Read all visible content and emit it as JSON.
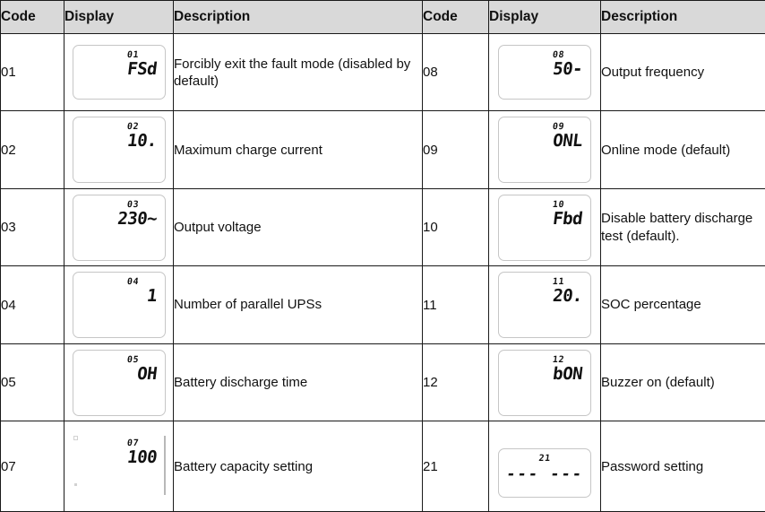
{
  "table": {
    "headers": [
      "Code",
      "Display",
      "Description",
      "Code",
      "Display",
      "Description"
    ],
    "header_bg": "#d9d9d9",
    "border_color": "#1a1a1a",
    "lcd_border_color": "#c6c6c6",
    "rows": [
      {
        "left": {
          "code": "01",
          "lcd_code": "01",
          "lcd_value": "FSd",
          "description": "Forcibly exit the fault mode (disabled by default)"
        },
        "right": {
          "code": "08",
          "lcd_code": "08",
          "lcd_value": "50-",
          "description": "Output frequency"
        }
      },
      {
        "left": {
          "code": "02",
          "lcd_code": "02",
          "lcd_value": "10.",
          "description": "Maximum charge current"
        },
        "right": {
          "code": "09",
          "lcd_code": "09",
          "lcd_value": "ONL",
          "description": "Online mode (default)"
        }
      },
      {
        "left": {
          "code": "03",
          "lcd_code": "03",
          "lcd_value": "230~",
          "description": "Output voltage"
        },
        "right": {
          "code": "10",
          "lcd_code": "10",
          "lcd_value": "Fbd",
          "description": "Disable battery discharge test (default)."
        }
      },
      {
        "left": {
          "code": "04",
          "lcd_code": "04",
          "lcd_value": "1",
          "description": "Number of parallel UPSs"
        },
        "right": {
          "code": "11",
          "lcd_code": "11",
          "lcd_value": "20.",
          "description": "SOC percentage"
        }
      },
      {
        "left": {
          "code": "05",
          "lcd_code": "05",
          "lcd_value": "OH",
          "description": "Battery discharge time"
        },
        "right": {
          "code": "12",
          "lcd_code": "12",
          "lcd_value": "bON",
          "description": "Buzzer on (default)"
        }
      },
      {
        "left": {
          "code": "07",
          "lcd_code": "07",
          "lcd_value": "100",
          "description": "Battery capacity setting"
        },
        "right": {
          "code": "21",
          "lcd_code": "21",
          "lcd_value": "--- ---",
          "description": "Password setting"
        }
      }
    ]
  }
}
